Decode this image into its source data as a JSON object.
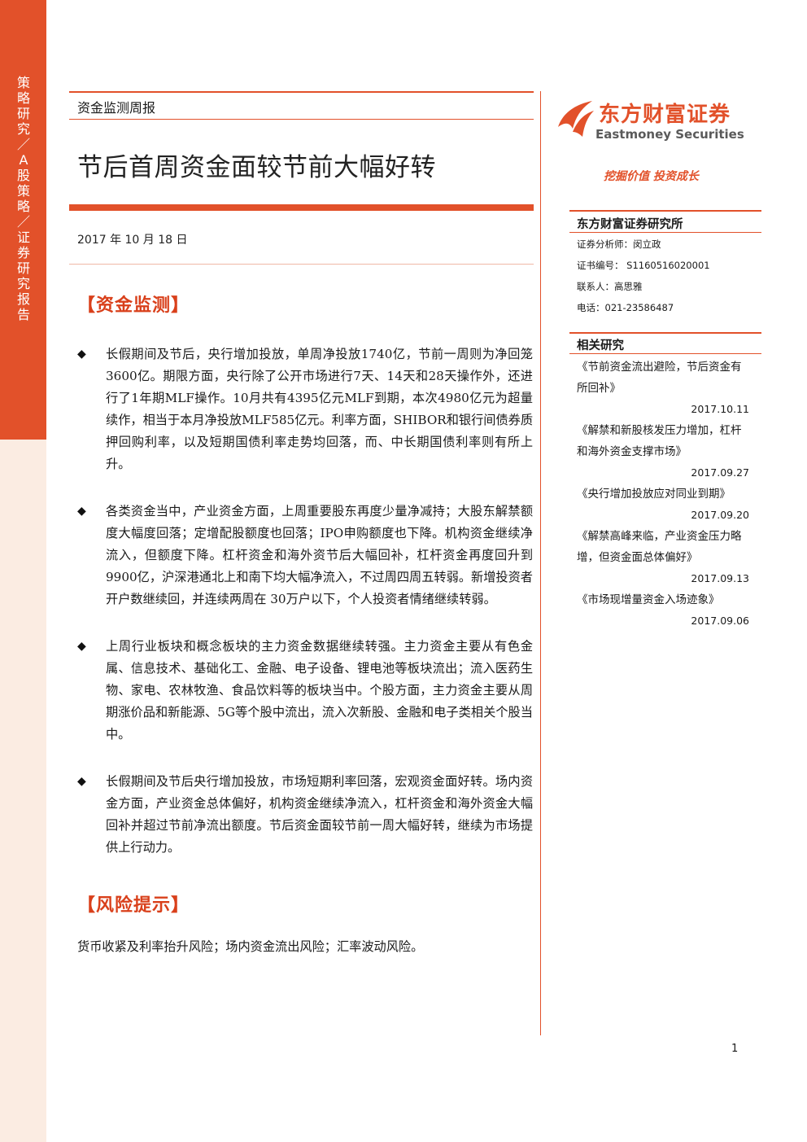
{
  "sidebar": {
    "text": "策略研究／A股策略／证券研究报告"
  },
  "header": {
    "category": "资金监测周报",
    "title": "节后首周资金面较节前大幅好转",
    "date": "2017 年 10 月 18 日"
  },
  "sections": {
    "monitor_title": "【资金监测】",
    "risk_title": "【风险提示】"
  },
  "bullets": [
    {
      "text": "长假期间及节后，央行增加投放，单周净投放1740亿，节前一周则为净回笼3600亿。期限方面，央行除了公开市场进行7天、14天和28天操作外，还进行了1年期MLF操作。10月共有4395亿元MLF到期，本次4980亿元为超量续作，相当于本月净投放MLF585亿元。利率方面，SHIBOR和银行间债券质押回购利率，以及短期国债利率走势均回落，而、中长期国债利率则有所上升。"
    },
    {
      "text": "各类资金当中，产业资金方面，上周重要股东再度少量净减持；大股东解禁额度大幅度回落；定增配股额度也回落；IPO申购额度也下降。机构资金继续净流入，但额度下降。杠杆资金和海外资节后大幅回补，杠杆资金再度回升到 9900亿，沪深港通北上和南下均大幅净流入，不过周四周五转弱。新增投资者开户数继续回，并连续两周在 30万户以下，个人投资者情绪继续转弱。"
    },
    {
      "text": "上周行业板块和概念板块的主力资金数据继续转强。主力资金主要从有色金属、信息技术、基础化工、金融、电子设备、锂电池等板块流出；流入医药生物、家电、农林牧渔、食品饮料等的板块当中。个股方面，主力资金主要从周期涨价品和新能源、5G等个股中流出，流入次新股、金融和电子类相关个股当中。"
    },
    {
      "text": "长假期间及节后央行增加投放，市场短期利率回落，宏观资金面好转。场内资金方面，产业资金总体偏好，机构资金继续净流入，杠杆资金和海外资金大幅回补并超过节前净流出额度。节后资金面较节前一周大幅好转，继续为市场提供上行动力。"
    }
  ],
  "risk": {
    "text": "货币收紧及利率抬升风险；场内资金流出风险；汇率波动风险。"
  },
  "brand": {
    "name_cn": "东方财富证券",
    "name_en": "Eastmoney Securities",
    "slogan": "挖掘价值 投资成长",
    "color": "#e2512a"
  },
  "institute": {
    "name": "东方财富证券研究所",
    "analyst": "证券分析师：闵立政",
    "cert": "证书编号：   S1160516020001",
    "contact": "联系人：高思雅",
    "phone": "电话：021-23586487"
  },
  "related": {
    "title": "相关研究",
    "items": [
      {
        "title": "《节前资金流出避险，节后资金有所回补》",
        "date": "2017.10.11"
      },
      {
        "title": "《解禁和新股核发压力增加，杠杆和海外资金支撑市场》",
        "date": "2017.09.27"
      },
      {
        "title": "《央行增加投放应对同业到期》",
        "date": "2017.09.20"
      },
      {
        "title": "《解禁高峰来临，产业资金压力略增，但资金面总体偏好》",
        "date": "2017.09.13"
      },
      {
        "title": "《市场现增量资金入场迹象》",
        "date": "2017.09.06"
      }
    ]
  },
  "page": {
    "number": "1"
  }
}
